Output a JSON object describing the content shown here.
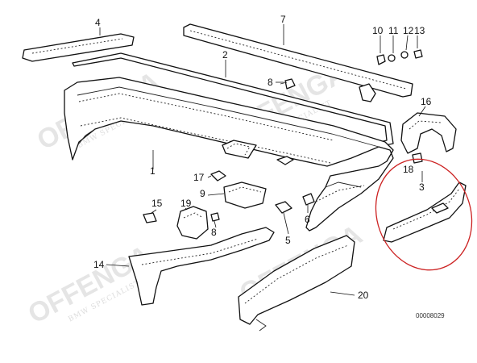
{
  "diagram": {
    "callouts": [
      "1",
      "2",
      "3",
      "4",
      "5",
      "6",
      "7",
      "8",
      "8",
      "9",
      "10",
      "11",
      "12",
      "13",
      "14",
      "15",
      "16",
      "17",
      "18",
      "19",
      "20"
    ],
    "reference_number": "00008029",
    "watermark": {
      "brand": "OFFENGA",
      "tagline": "BMW SPECIALIST"
    },
    "highlight_color": "#cc2222"
  }
}
